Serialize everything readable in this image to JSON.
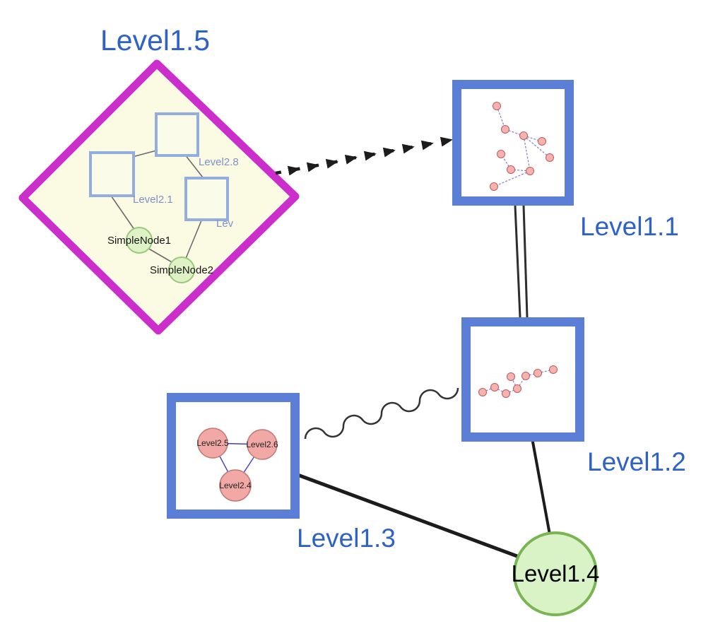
{
  "diagram": {
    "label_color": "#2e62c9",
    "groups": {
      "level15": {
        "label": "Level1.5",
        "shape": "diamond",
        "border_color": "#cb2ecb",
        "fill_color": "#fbfbe4",
        "squares": {
          "s1": "Level2.8",
          "s2": "Level2.1",
          "s3": "Lev"
        },
        "nodes": {
          "n1": "SimpleNode1",
          "n2": "SimpleNode2"
        }
      }
    },
    "nodes": {
      "level11": {
        "label": "Level1.1",
        "shape": "square",
        "border_color": "#5b7ed7"
      },
      "level12": {
        "label": "Level1.2",
        "shape": "square",
        "border_color": "#5b7ed7"
      },
      "level13": {
        "label": "Level1.3",
        "shape": "square",
        "border_color": "#5b7ed7",
        "children": {
          "c1": "Level2.5",
          "c2": "Level2.6",
          "c3": "Level2.4"
        }
      },
      "level14": {
        "label": "Level1.4",
        "shape": "circle",
        "border_color": "#79b552",
        "fill_color": "#daf3c6"
      }
    },
    "edges": [
      {
        "from": "Level1.5",
        "to": "Level1.1",
        "style": "dashed-arrowheads"
      },
      {
        "from": "Level1.1",
        "to": "Level1.2",
        "style": "double-line"
      },
      {
        "from": "Level1.3",
        "to": "Level1.2",
        "style": "wavy"
      },
      {
        "from": "Level1.3",
        "to": "Level1.4",
        "style": "solid"
      },
      {
        "from": "Level1.2",
        "to": "Level1.4",
        "style": "solid"
      }
    ]
  }
}
